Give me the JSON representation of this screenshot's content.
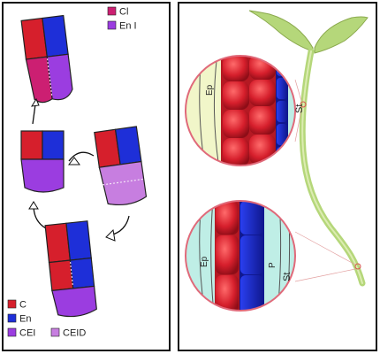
{
  "legend_top": [
    {
      "key": "cl",
      "label": "Cl",
      "color": "#cc1f72"
    },
    {
      "key": "eni",
      "label": "En I",
      "color": "#9b3de0"
    }
  ],
  "legend_bottom": [
    {
      "key": "c",
      "label": "C",
      "color": "#d61f2c"
    },
    {
      "key": "en",
      "label": "En",
      "color": "#1e2fd8"
    },
    {
      "key": "cei",
      "label": "CEI",
      "color": "#9b3de0"
    },
    {
      "key": "ceid",
      "label": "CEID",
      "color": "#c77ee0"
    }
  ],
  "magnified_top": {
    "ep_label": "Ep",
    "st_label": "St"
  },
  "magnified_bottom": {
    "ep_label": "Ep",
    "p_label": "P",
    "st_label": "St"
  },
  "colors": {
    "cortex_red": "#d61f2c",
    "endodermis_blue": "#1e2fd8",
    "cei_purple": "#9b3de0",
    "ceid_light_purple": "#c77ee0",
    "cl_magenta": "#cc1f72",
    "seedling_green": "#b5d77a",
    "tissue_cyan": "#bfeee6",
    "tissue_yellow": "#f1f6c9"
  }
}
